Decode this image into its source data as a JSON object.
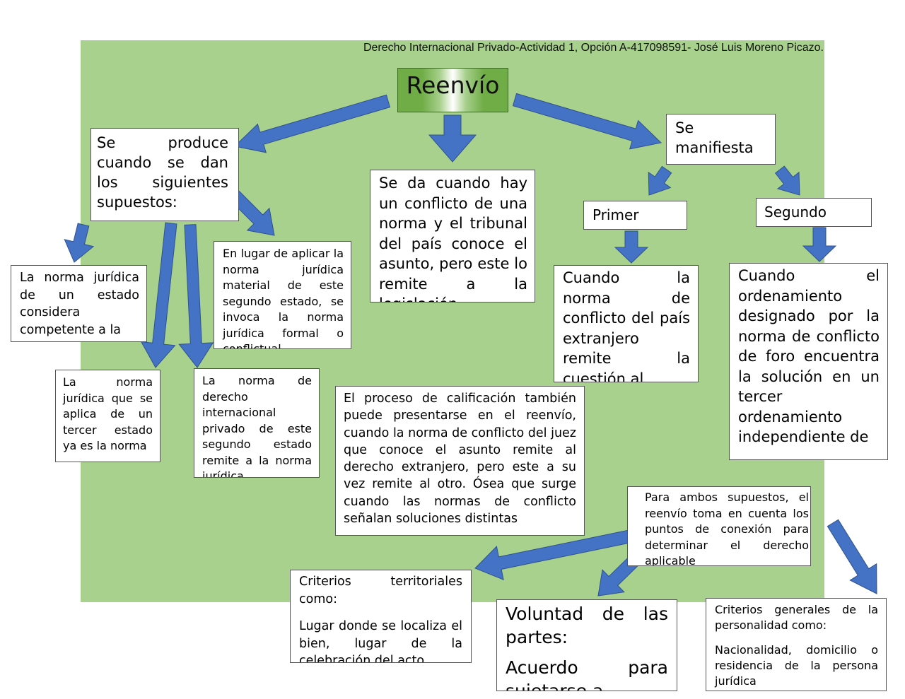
{
  "header": {
    "text": "Derecho Internacional Privado-Actividad 1, Opción A-417098591- José Luis Moreno Picazo."
  },
  "root": {
    "title": "Reenvío"
  },
  "left_branch": {
    "heading": "Se produce cuando se dan los siguientes supuestos:",
    "node_a": "La norma jurídica de un estado considera competente a la",
    "node_b": "En lugar de aplicar la norma jurídica material de este segundo estado, se invoca la norma jurídica formal o conflictual",
    "node_c": "La norma jurídica que se aplica de un tercer estado ya es la norma",
    "node_d": "La norma de derecho internacional privado de este segundo estado remite a la norma jurídica"
  },
  "center_branch": {
    "definition": "Se da cuando hay un conflicto de una norma y el tribunal del país conoce el asunto, pero este lo remite a la legislación",
    "calificacion": "El proceso de calificación también puede presentarse en el reenvío, cuando la norma de conflicto del juez que conoce el asunto remite al derecho extranjero, pero este a su vez remite al otro. Ósea que surge cuando las normas de conflicto señalan soluciones distintas"
  },
  "right_branch": {
    "heading": "Se manifiesta",
    "primer": {
      "label": "Primer",
      "text": "Cuando la norma de conflicto del país extranjero remite la cuestión al"
    },
    "segundo": {
      "label": "Segundo",
      "text": "Cuando el ordenamiento designado por la norma de conflicto de foro encuentra la solución en un tercer ordenamiento independiente de"
    }
  },
  "connection_points": {
    "intro": "Para ambos supuestos, el reenvío toma en cuenta los puntos de conexión para determinar el derecho aplicable",
    "territorial": {
      "title": "Criterios territoriales como:",
      "text": "Lugar donde se localiza el bien, lugar de la celebración del acto"
    },
    "voluntad": {
      "title": "Voluntad de las partes:",
      "text": "Acuerdo para sujetarse a"
    },
    "personal": {
      "title": "Criterios generales de la personalidad como:",
      "text": "Nacionalidad, domicilio o residencia de la persona jurídica"
    }
  },
  "colors": {
    "background": "#a9d18e",
    "arrow": "#4472c4",
    "root_fill": "#70ad47"
  }
}
